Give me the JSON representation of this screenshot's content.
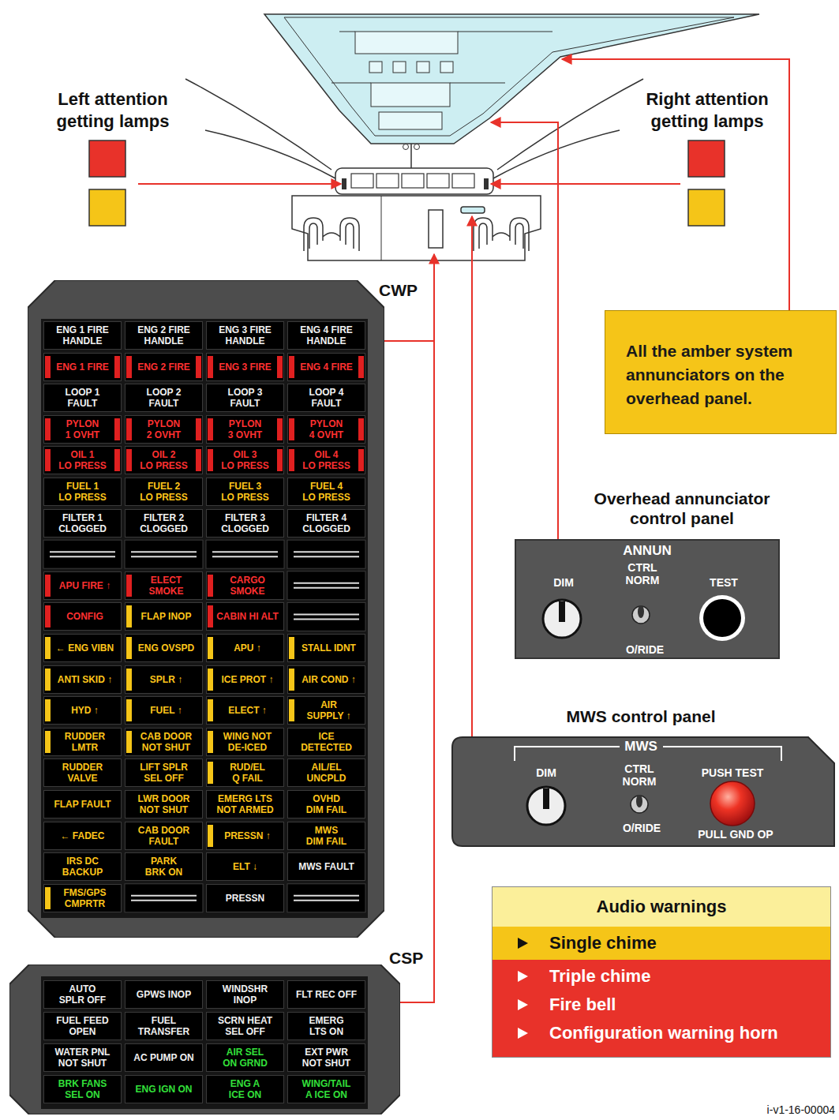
{
  "diagram": {
    "nodes": [
      {
        "text": [
          "CWP"
        ]
      },
      {
        "text": [
          "ENG 1 FIRE HANDLE"
        ],
        "in": 0
      },
      {
        "text": [
          "ENG 2 FIRE HANDLE"
        ],
        "in": 0
      },
      {
        "text": [
          "ENG 3 FIRE HANDLE"
        ],
        "in": 0
      },
      {
        "text": [
          "ENG 4 FIRE HANDLE"
        ],
        "in": 0
      },
      {
        "text": [
          "ENG 1 FIRE"
        ],
        "in": 0
      },
      {
        "text": [
          "ENG 2 FIRE"
        ],
        "in": 0
      },
      {
        "text": [
          "ENG 3 FIRE"
        ],
        "in": 0
      },
      {
        "text": [
          "ENG 4 FIRE"
        ],
        "in": 0
      },
      {
        "text": [
          "LOOP 1 FAULT"
        ],
        "in": 0
      },
      {
        "text": [
          "LOOP 2 FAULT"
        ],
        "in": 0
      },
      {
        "text": [
          "LOOP 3 FAULT"
        ],
        "in": 0
      },
      {
        "text": [
          "LOOP 4 FAULT"
        ],
        "in": 0
      },
      {
        "text": [
          "PYLON 1 OVHT"
        ],
        "in": 0
      },
      {
        "text": [
          "PYLON 2 OVHT"
        ],
        "in": 0
      },
      {
        "text": [
          "PYLON 3 OVHT"
        ],
        "in": 0
      },
      {
        "text": [
          "PYLON 4 OVHT"
        ],
        "in": 0
      },
      {
        "text": [
          "OIL 1 LO PRESS"
        ],
        "in": 0
      },
      {
        "text": [
          "OIL 2 LO PRESS"
        ],
        "in": 0
      },
      {
        "text": [
          "OIL 3 LO PRESS"
        ],
        "in": 0
      },
      {
        "text": [
          "OIL 4 LO PRESS"
        ],
        "in": 0
      },
      {
        "text": [
          "FUEL 1 LO PRESS"
        ],
        "in": 0
      },
      {
        "text": [
          "FUEL 2 LO PRESS"
        ],
        "in": 0
      },
      {
        "text": [
          "FUEL 3 LO PRESS"
        ],
        "in": 0
      },
      {
        "text": [
          "FUEL 4 LO PRESS"
        ],
        "in": 0
      },
      {
        "text": [
          "FILTER 1 CLOGGED"
        ],
        "in": 0
      },
      {
        "text": [
          "FILTER 2 CLOGGED"
        ],
        "in": 0
      },
      {
        "text": [
          "FILTER 3 CLOGGED"
        ],
        "in": 0
      },
      {
        "text": [
          "FILTER 4 CLOGGED"
        ],
        "in": 0
      },
      {
        "text": [
          "APU FIRE ↑"
        ],
        "in": 0
      },
      {
        "text": [
          "ELECT SMOKE"
        ],
        "in": 0
      },
      {
        "text": [
          "CARGO SMOKE"
        ],
        "in": 0
      },
      {
        "text": [
          "CONFIG"
        ],
        "in": 0
      },
      {
        "text": [
          "FLAP INOP"
        ],
        "in": 0
      },
      {
        "text": [
          "CABIN HI ALT"
        ],
        "in": 0
      },
      {
        "text": [
          "← ENG VIBN"
        ],
        "in": 0
      },
      {
        "text": [
          "ENG OVSPD"
        ],
        "in": 0
      },
      {
        "text": [
          "APU ↑"
        ],
        "in": 0
      },
      {
        "text": [
          "STALL IDNT"
        ],
        "in": 0
      },
      {
        "text": [
          "ANTI SKID ↑"
        ],
        "in": 0
      },
      {
        "text": [
          "SPLR ↑"
        ],
        "in": 0
      },
      {
        "text": [
          "ICE PROT ↑"
        ],
        "in": 0
      },
      {
        "text": [
          "AIR COND ↑"
        ],
        "in": 0
      },
      {
        "text": [
          "HYD ↑"
        ],
        "in": 0
      },
      {
        "text": [
          "FUEL ↑"
        ],
        "in": 0
      },
      {
        "text": [
          "ELECT ↑"
        ],
        "in": 0
      },
      {
        "text": [
          "AIR SUPPLY ↑"
        ],
        "in": 0
      },
      {
        "text": [
          "RUDDER LMTR"
        ],
        "in": 0
      },
      {
        "text": [
          "CAB DOOR NOT SHUT"
        ],
        "in": 0
      },
      {
        "text": [
          "WING NOT DE-ICED"
        ],
        "in": 0
      },
      {
        "text": [
          "ICE DETECTED"
        ],
        "in": 0
      },
      {
        "text": [
          "RUDDER VALVE"
        ],
        "in": 0
      },
      {
        "text": [
          "LIFT SPLR SEL OFF"
        ],
        "in": 0
      },
      {
        "text": [
          "RUD/EL Q FAIL"
        ],
        "in": 0
      },
      {
        "text": [
          "AIL/EL UNCPLD"
        ],
        "in": 0
      },
      {
        "text": [
          "FLAP FAULT"
        ],
        "in": 0
      },
      {
        "text": [
          "LWR DOOR NOT SHUT"
        ],
        "in": 0
      },
      {
        "text": [
          "EMERG LTS NOT ARMED"
        ],
        "in": 0
      },
      {
        "text": [
          "OVHD DIM FAIL"
        ],
        "in": 0
      },
      {
        "text": [
          "← FADEC"
        ],
        "in": 0
      },
      {
        "text": [
          "CAB DOOR FAULT"
        ],
        "in": 0
      },
      {
        "text": [
          "PRESSN ↑"
        ],
        "in": 0
      },
      {
        "text": [
          "MWS DIM FAIL"
        ],
        "in": 0
      },
      {
        "text": [
          "IRS DC BACKUP"
        ],
        "in": 0
      },
      {
        "text": [
          "PARK BRK ON"
        ],
        "in": 0
      },
      {
        "text": [
          "ELT ↓"
        ],
        "in": 0
      },
      {
        "text": [
          "MWS FAULT"
        ],
        "in": 0
      },
      {
        "text": [
          "FMS/GPS CMPRTR"
        ],
        "in": 0
      },
      {
        "text": [
          "PRESSN"
        ],
        "in": 0
      },
      {
        "text": [
          "All the amber system annunciators on the overhead panel."
        ]
      },
      {
        "text": [
          "Overhead annunciator control panel",
          "ANNUN",
          "DIM",
          "CTRL NORM",
          "TEST",
          "O/RIDE"
        ]
      },
      {
        "text": [
          "MWS control panel",
          "MWS",
          "DIM",
          "CTRL NORM",
          "O/RIDE",
          "PUSH TEST",
          "PULL GND OP"
        ]
      },
      {
        "text": [
          "CSP"
        ]
      },
      {
        "text": [
          "AUTO SPLR OFF"
        ],
        "in": 72
      },
      {
        "text": [
          "GPWS INOP"
        ],
        "in": 72
      },
      {
        "text": [
          "WINDSHR INOP"
        ],
        "in": 72
      },
      {
        "text": [
          "FLT REC OFF"
        ],
        "in": 72
      },
      {
        "text": [
          "FUEL FEED OPEN"
        ],
        "in": 72
      },
      {
        "text": [
          "FUEL TRANSFER"
        ],
        "in": 72
      },
      {
        "text": [
          "SCRN HEAT SEL OFF"
        ],
        "in": 72
      },
      {
        "text": [
          "EMERG LTS ON"
        ],
        "in": 72
      },
      {
        "text": [
          "WATER PNL NOT SHUT"
        ],
        "in": 72
      },
      {
        "text": [
          "AC PUMP ON"
        ],
        "in": 72
      },
      {
        "text": [
          "AIR SEL ON GRND"
        ],
        "in": 72
      },
      {
        "text": [
          "EXT PWR NOT SHUT"
        ],
        "in": 72
      },
      {
        "text": [
          "BRK FANS SEL ON"
        ],
        "in": 72
      },
      {
        "text": [
          "ENG IGN ON"
        ],
        "in": 72
      },
      {
        "text": [
          "ENG A ICE ON"
        ],
        "in": 72
      },
      {
        "text": [
          "WING/TAIL A ICE ON"
        ],
        "in": 72
      },
      {
        "text": [
          "Audio warnings",
          "Single chime",
          "Triple chime",
          "Fire bell",
          "Configuration warning horn"
        ]
      }
    ],
    "labels": [
      "Left attention getting lamps",
      "Right attention getting lamps",
      "i-v1-16-00004"
    ]
  }
}
